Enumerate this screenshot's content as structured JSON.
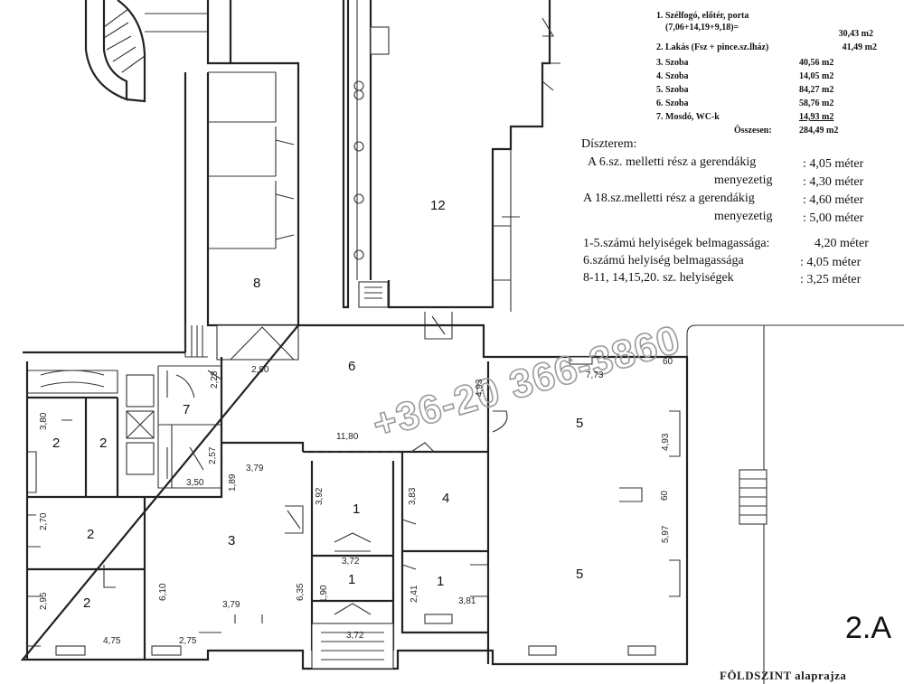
{
  "area_table": {
    "rows": [
      {
        "no": "1.",
        "label": "Szélfogó, előtér, porta",
        "value": ""
      },
      {
        "no": "",
        "label": "(7,06+14,19+9,18)=",
        "value": "30,43 m2"
      },
      {
        "no": "2.",
        "label": "Lakás (Fsz + pince.sz.lház)",
        "value": "41,49 m2"
      },
      {
        "no": "3.",
        "label": "Szoba",
        "value": "40,56 m2"
      },
      {
        "no": "4.",
        "label": "Szoba",
        "value": "14,05 m2"
      },
      {
        "no": "5.",
        "label": "Szoba",
        "value": "84,27 m2"
      },
      {
        "no": "6.",
        "label": "Szoba",
        "value": "58,76 m2"
      },
      {
        "no": "7.",
        "label": "Mosdó, WC-k",
        "value": "14,93 m2"
      }
    ],
    "total_label": "Összesen:",
    "total_value": "284,49 m2"
  },
  "ceiling_notes": {
    "heading": "Díszterem:",
    "lines": [
      {
        "label": "A 6.sz. melletti rész a gerendákig",
        "value": ": 4,05 méter"
      },
      {
        "label": "menyezetig",
        "value": ": 4,30 méter"
      },
      {
        "label": "A 18.sz.melletti rész a gerendákig",
        "value": ": 4,60 méter"
      },
      {
        "label": "menyezetig",
        "value": ": 5,00 méter"
      }
    ]
  },
  "height_notes": [
    {
      "label": "1-5.számú helyiségek belmagassága:",
      "value": "4,20 méter"
    },
    {
      "label": "6.számú helyiség belmagassága",
      "value": ": 4,05 méter"
    },
    {
      "label": "8-11, 14,15,20. sz. helyiségek",
      "value": ": 3,25 méter"
    }
  ],
  "watermark": "+36-20 366-3860",
  "sheet_label": "2.A",
  "plan_title": "FÖLDSZINT alaprajza",
  "room_numbers": {
    "r12": "12",
    "r8": "8",
    "r6": "6",
    "r7": "7",
    "r2a": "2",
    "r2b": "2",
    "r2c": "2",
    "r2d": "2",
    "r3": "3",
    "r1a": "1",
    "r1b": "1",
    "r1c": "1",
    "r4": "4",
    "r5a": "5",
    "r5b": "5"
  },
  "dimensions": {
    "d290": "2,90",
    "d228": "2,28",
    "d1180": "11,80",
    "d773": "7,73",
    "d380": "3,80",
    "d257": "2,57",
    "d350": "3,50",
    "d379a": "3,79",
    "d189": "1,89",
    "d392": "3,92",
    "d383": "3,83",
    "d493a": "4,93",
    "d493b": "4,93",
    "d270": "2,70",
    "d610": "6,10",
    "d635": "6,35",
    "d372a": "3,72",
    "d190": "1,90",
    "d241": "2,41",
    "d381": "3,81",
    "d597": "5,97",
    "d295": "2,95",
    "d475": "4,75",
    "d275": "2,75",
    "d379b": "3,79",
    "d372b": "3,72",
    "d60a": "60",
    "d60b": "60"
  }
}
